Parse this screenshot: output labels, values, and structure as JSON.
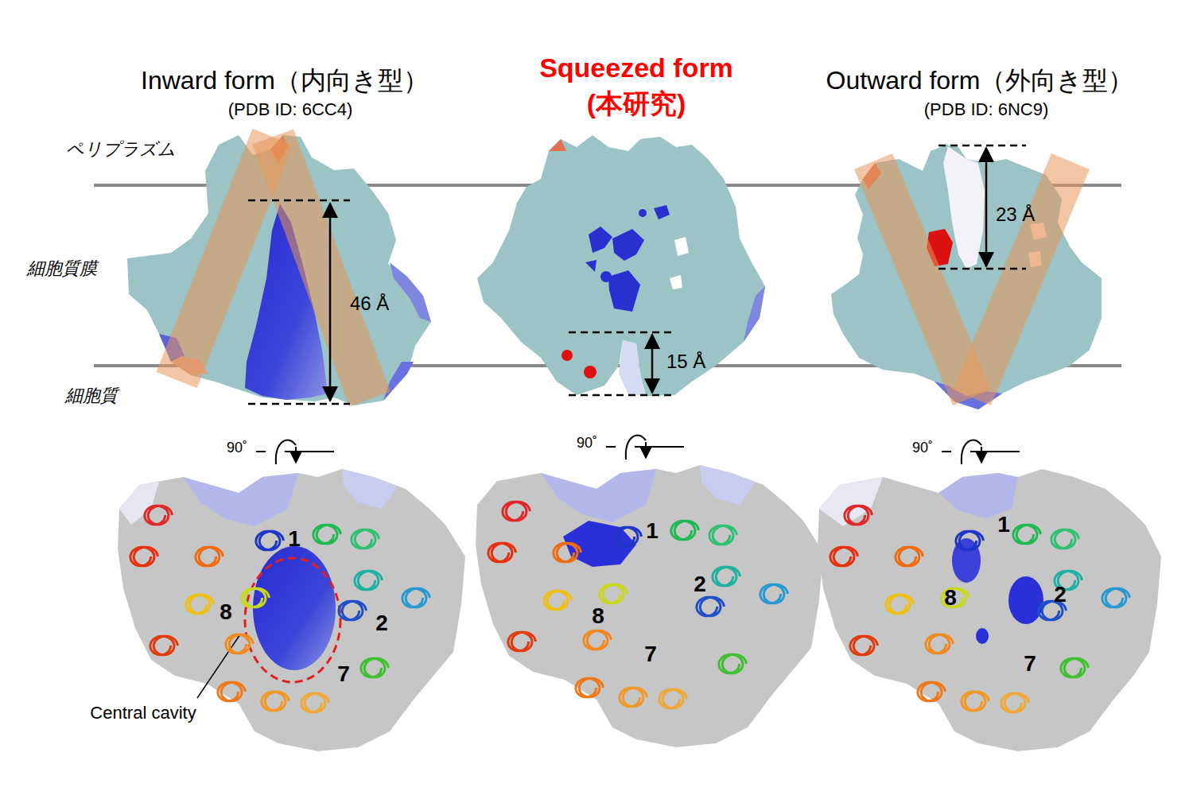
{
  "diagram": {
    "labels": [
      "Inward form（内向き型）",
      "(PDB ID: 6CC4)",
      "Squeezed form",
      "(本研究)",
      "Outward form（外向き型）",
      "(PDB ID: 6NC9)",
      "ペリプラズム",
      "細胞質膜",
      "46 Å",
      "15 Å",
      "23 Å",
      "細胞質",
      "90˚",
      "90˚",
      "90˚",
      "1",
      "8",
      "2",
      "7",
      "Central cavity",
      "1",
      "2",
      "8",
      "7",
      "1",
      "8",
      "2",
      "7"
    ]
  }
}
